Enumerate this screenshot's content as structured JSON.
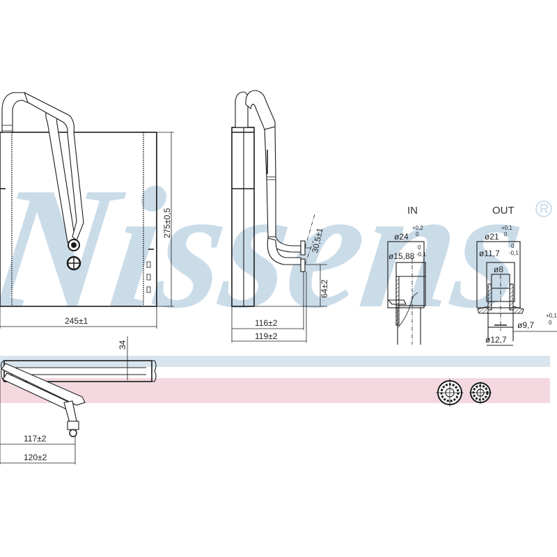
{
  "watermark": {
    "brand": "Nissens",
    "registered_mark": "®",
    "color": "#c3d6e6"
  },
  "bands": {
    "blue_band_color": "#d8e4ee",
    "pink_band_color": "#f3d9df"
  },
  "front_view": {
    "width_dim": "245±1",
    "height_dim": "275±0,5"
  },
  "side_view": {
    "width_inner_dim": "116±2",
    "width_outer_dim": "119±2",
    "pipe_spacing_dim": "30,5±1",
    "pipe_height_dim": "64±2"
  },
  "top_view": {
    "thickness_dim": "34",
    "depth_inner_dim": "117±2",
    "depth_outer_dim": "120±2"
  },
  "connector_in": {
    "label": "IN",
    "outer_diameter": "ø24",
    "outer_tol_upper": "+0,2",
    "outer_tol_lower": "0",
    "inner_diameter": "ø15,88",
    "inner_tol_upper": "0",
    "inner_tol_lower": "-0,1"
  },
  "connector_out": {
    "label": "OUT",
    "outer_diameter": "ø21",
    "outer_tol_upper": "+0,1",
    "outer_tol_lower": "0",
    "inner_diameter": "ø11,7",
    "inner_tol_upper": "0",
    "inner_tol_lower": "-0,1",
    "bore_diameter": "ø8",
    "pipe_diameter": "ø9,7",
    "pipe_tol_upper": "+0,1",
    "pipe_tol_lower": "0",
    "pipe_outer_diameter": "ø12,7"
  }
}
